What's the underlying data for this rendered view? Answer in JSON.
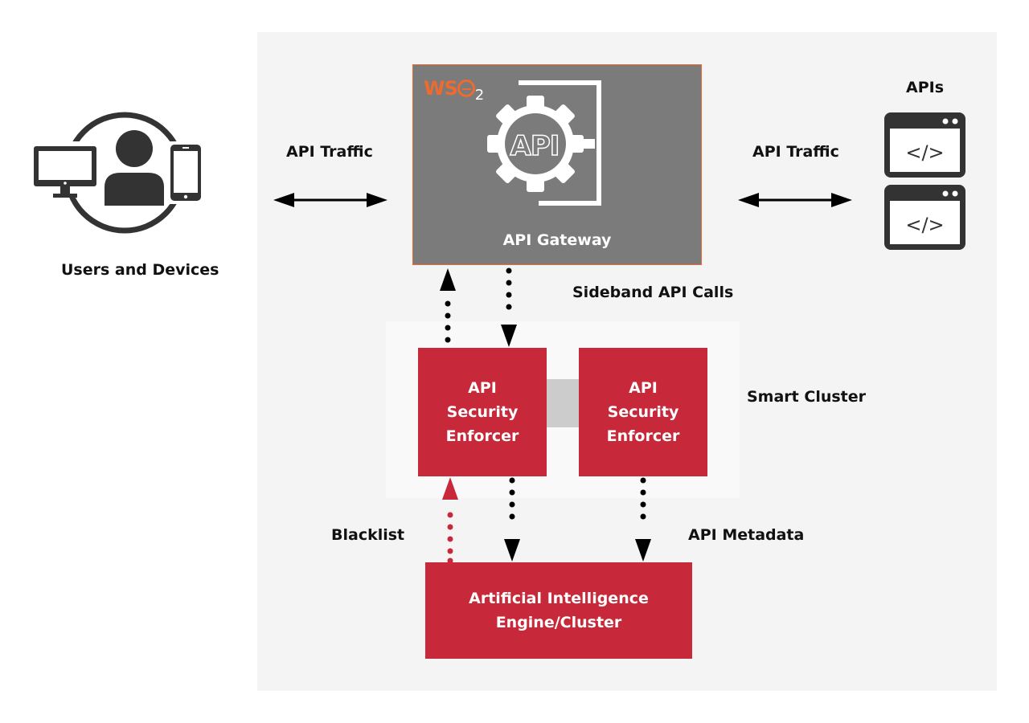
{
  "users": {
    "label": "Users and Devices"
  },
  "traffic": {
    "left_label": "API Traffic",
    "right_label": "API Traffic"
  },
  "gateway": {
    "label": "API Gateway",
    "logo_text": "WS",
    "logo_sub": "2",
    "icon_text": "API"
  },
  "apis": {
    "label": "APIs",
    "code_glyph": "</>"
  },
  "sideband": {
    "label": "Sideband API Calls"
  },
  "cluster": {
    "label": "Smart Cluster",
    "enforcer_left": {
      "line1": "API",
      "line2": "Security",
      "line3": "Enforcer"
    },
    "enforcer_right": {
      "line1": "API",
      "line2": "Security",
      "line3": "Enforcer"
    }
  },
  "blacklist": {
    "label": "Blacklist"
  },
  "metadata": {
    "label": "API Metadata"
  },
  "ai_engine": {
    "line1": "Artificial Intelligence",
    "line2": "Engine/Cluster"
  },
  "colors": {
    "red": "#c8293a",
    "gateway_gray": "#7b7b7b",
    "panel": "#f4f4f4",
    "dark_icon": "#333333",
    "wso2_orange": "#ee6b2f"
  },
  "icons": [
    "monitor-icon",
    "user-icon",
    "phone-icon",
    "gear-icon",
    "browser-code-icon"
  ]
}
